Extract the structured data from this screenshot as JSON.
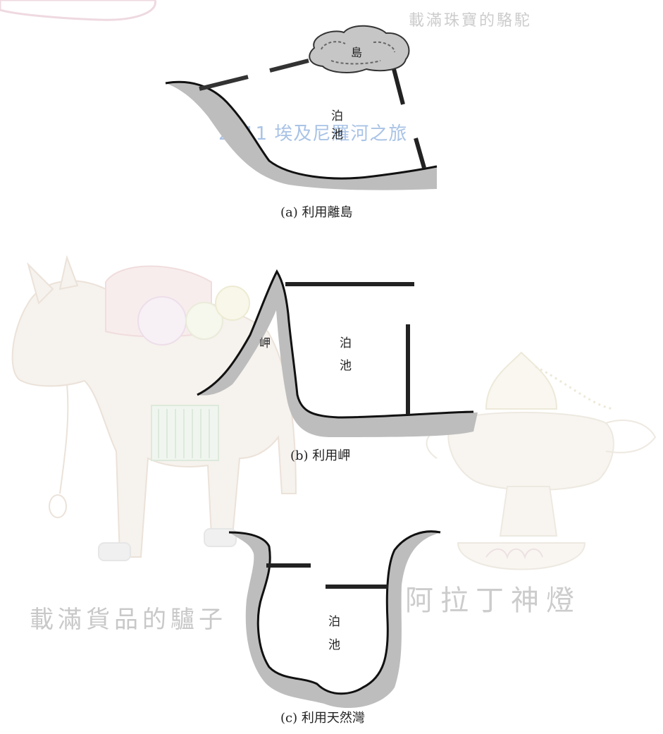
{
  "watermarks": {
    "top_right": "載滿珠寶的駱駝",
    "center": "2011 埃及尼羅河之旅",
    "bottom_left": "載滿貨品的驢子",
    "bottom_right": "阿拉丁神燈"
  },
  "diagrams": [
    {
      "island_label": "島",
      "basin_label_1": "泊",
      "basin_label_2": "池",
      "caption": "(a) 利用離島"
    },
    {
      "cape_label": "岬",
      "basin_label_1": "泊",
      "basin_label_2": "池",
      "caption": "(b) 利用岬"
    },
    {
      "basin_label_1": "泊",
      "basin_label_2": "池",
      "caption": "(c) 利用天然灣"
    }
  ],
  "colors": {
    "watermark_text": "#c8c8c8",
    "watermark_blue": "#a9c3e6",
    "watermark_drawing": "#e9ddd4",
    "shading": "#bdbdbd",
    "line": "#111111"
  }
}
